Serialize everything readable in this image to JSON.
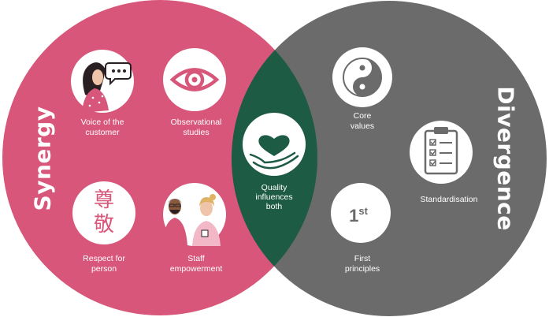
{
  "colors": {
    "synergy": "#d85679",
    "divergence": "#6b6b6b",
    "overlap": "#1d5b45",
    "icon_circle": "#ffffff"
  },
  "synergy": {
    "title": "Synergy",
    "items": [
      {
        "icon": "woman-speech-bubble-icon",
        "label_lines": [
          "Voice of the",
          "customer"
        ]
      },
      {
        "icon": "eye-icon",
        "label_lines": [
          "Observational",
          "studies"
        ]
      },
      {
        "icon": "chinese-characters-respect-icon",
        "glyphs": [
          "尊",
          "敬"
        ],
        "label_lines": [
          "Respect for",
          "person"
        ]
      },
      {
        "icon": "staff-people-icon",
        "label_lines": [
          "Staff",
          "empowerment"
        ]
      }
    ]
  },
  "overlap": {
    "icon": "heart-in-hand-icon",
    "label_lines": [
      "Quality",
      "influences",
      "both"
    ]
  },
  "divergence": {
    "title": "Divergence",
    "items": [
      {
        "icon": "yin-yang-icon",
        "label_lines": [
          "Core",
          "values"
        ]
      },
      {
        "icon": "clipboard-checklist-icon",
        "label_lines": [
          "Standardisation"
        ]
      },
      {
        "icon": "first-place-icon",
        "badge": {
          "number": "1",
          "suffix": "st"
        },
        "label_lines": [
          "First",
          "principles"
        ]
      }
    ]
  }
}
